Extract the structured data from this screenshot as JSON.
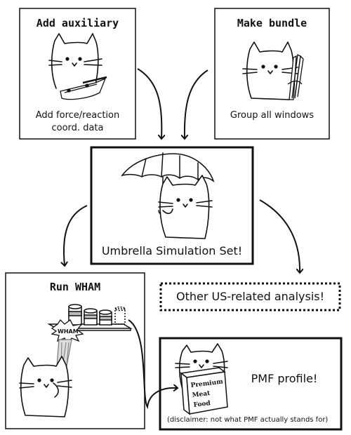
{
  "panels": {
    "add_auxiliary": {
      "title": "Add auxiliary",
      "caption_line1": "Add force/reaction",
      "caption_line2": "coord. data"
    },
    "make_bundle": {
      "title": "Make bundle",
      "caption": "Group all windows"
    },
    "umbrella": {
      "caption": "Umbrella Simulation Set!"
    },
    "run_wham": {
      "title": "Run WHAM",
      "explosion_label": "WHAM"
    },
    "other_analysis": {
      "caption": "Other US-related analysis!"
    },
    "pmf": {
      "caption": "PMF profile!",
      "food_box": {
        "line1": "Premium",
        "line2": "Meat",
        "line3": "Food"
      },
      "disclaimer": "(disclaimer: not what PMF actually stands for)"
    }
  },
  "icons": {
    "cat": "cat-icon",
    "umbrella": "umbrella-icon",
    "paper": "paper-icon",
    "bundle": "bundle-icon",
    "cans": "cans-icon",
    "explosion": "explosion-icon",
    "food_box": "food-box-icon"
  }
}
